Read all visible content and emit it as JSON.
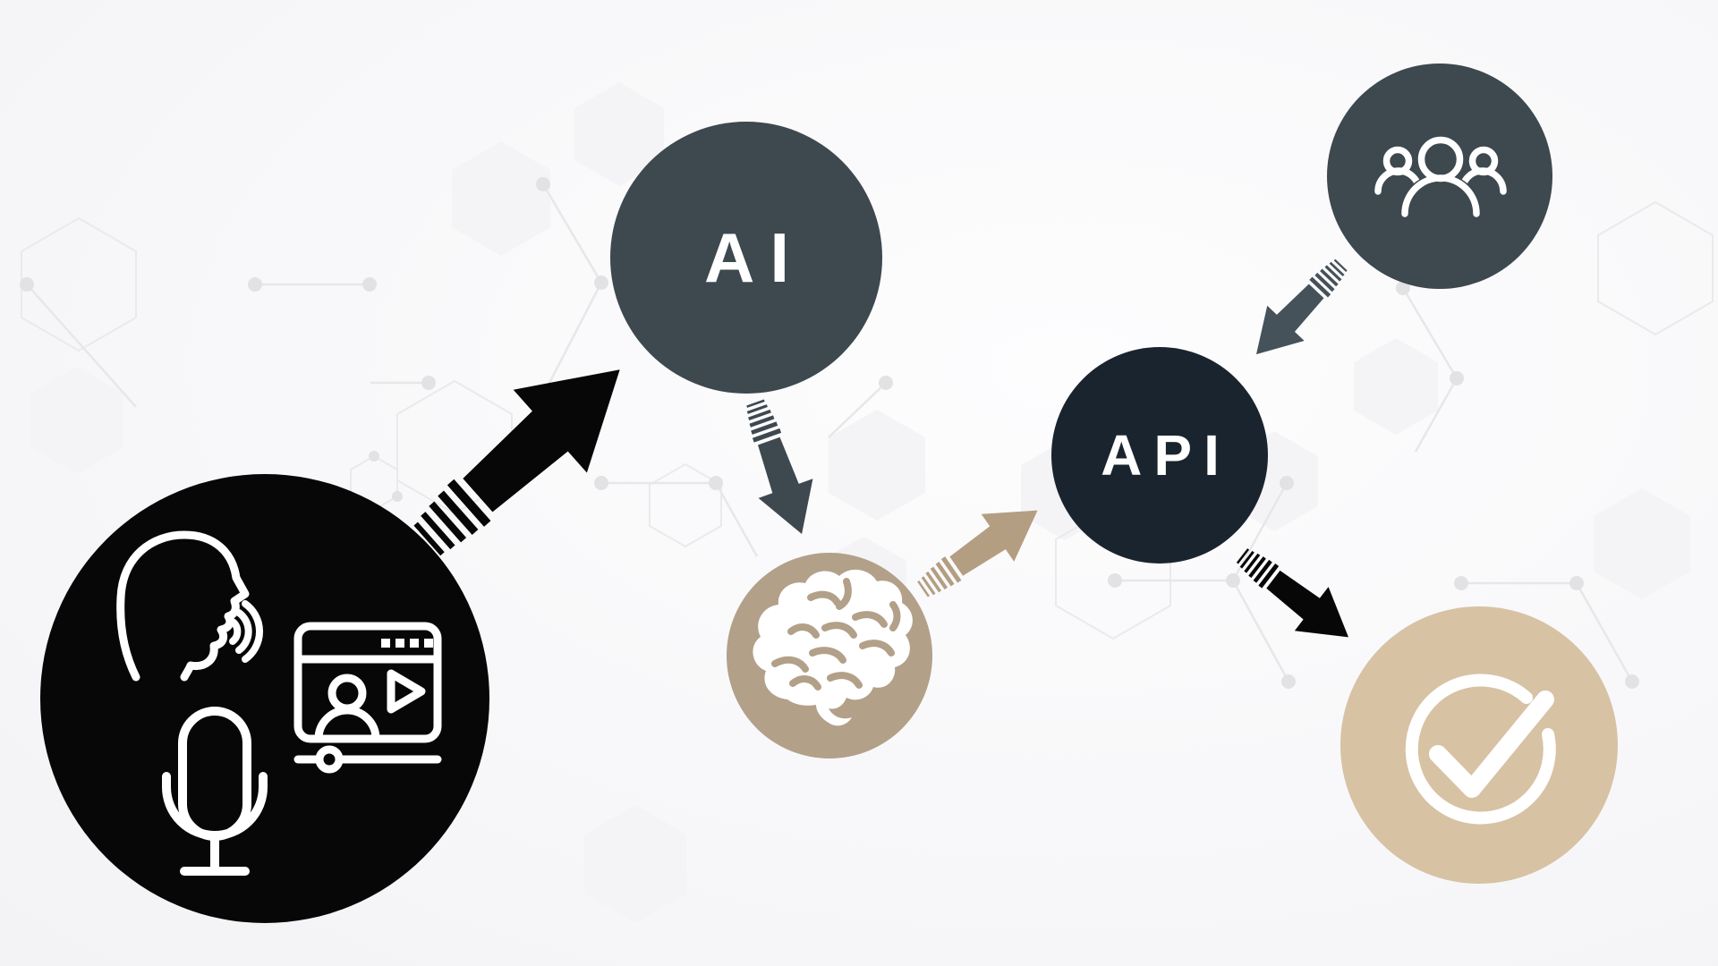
{
  "diagram": {
    "description": "Workflow illustration: voice and video input passes to AI, to a processing brain, to an API, joined by a user group, ending in a completed check result",
    "nodes": {
      "source": {
        "icons": [
          "speaking-head-icon",
          "microphone-icon",
          "video-player-icon"
        ]
      },
      "ai": {
        "label": "AI"
      },
      "brain": {
        "icon": "brain-icon"
      },
      "api": {
        "label": "API"
      },
      "people": {
        "icon": "people-group-icon"
      },
      "check": {
        "icon": "check-circle-icon"
      }
    },
    "edges": [
      {
        "from": "source",
        "to": "ai",
        "style": "striped-arrow",
        "color_key": "black"
      },
      {
        "from": "ai",
        "to": "brain",
        "style": "striped-arrow",
        "color_key": "slate"
      },
      {
        "from": "brain",
        "to": "api",
        "style": "striped-arrow",
        "color_key": "tan_arrow"
      },
      {
        "from": "people",
        "to": "api",
        "style": "striped-arrow",
        "color_key": "slate_arrow"
      },
      {
        "from": "api",
        "to": "check",
        "style": "striped-arrow",
        "color_key": "black"
      }
    ]
  },
  "colors": {
    "black": "#070707",
    "slate": "#3d484f",
    "slate_arrow": "#46525a",
    "dark_navy": "#1a242e",
    "tan": "#b2a089",
    "tan_arrow": "#b49e82",
    "tan_light": "#d7c2a4",
    "white": "#ffffff",
    "pattern_line": "#e7e7ea",
    "pattern_dot": "#e2e2e5",
    "pattern_hex_fill": "#f4f4f6",
    "pattern_hex_stroke": "#eaeaec"
  }
}
